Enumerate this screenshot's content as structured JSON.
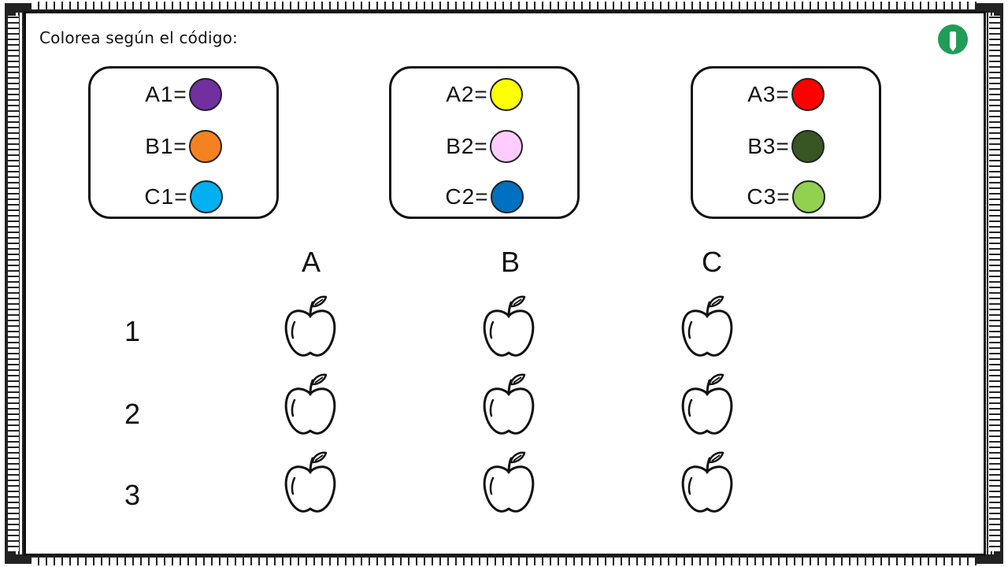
{
  "instruction": "Colorea según el código:",
  "code_groups": [
    {
      "items": [
        {
          "label": "A1=",
          "color": "#7030a0"
        },
        {
          "label": "B1=",
          "color": "#f58220"
        },
        {
          "label": "C1=",
          "color": "#00b0f0"
        }
      ]
    },
    {
      "items": [
        {
          "label": "A2=",
          "color": "#ffff00"
        },
        {
          "label": "B2=",
          "color": "#ffccff"
        },
        {
          "label": "C2=",
          "color": "#0070c0"
        }
      ]
    },
    {
      "items": [
        {
          "label": "A3=",
          "color": "#ff0000"
        },
        {
          "label": "B3=",
          "color": "#375623"
        },
        {
          "label": "C3=",
          "color": "#92d050"
        }
      ]
    }
  ],
  "grid": {
    "columns": [
      "A",
      "B",
      "C"
    ],
    "rows": [
      "1",
      "2",
      "3"
    ],
    "cell_icon": "apple-outline-icon"
  },
  "logo_icon": "pencil-logo-icon",
  "logo_color": "#1f9d57"
}
